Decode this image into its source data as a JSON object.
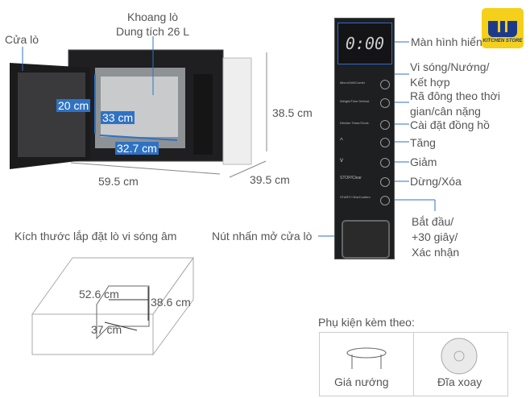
{
  "top_labels": {
    "oven_cavity": "Khoang lò",
    "capacity": "Dung tích 26 L",
    "door": "Cửa lò",
    "height_inner": "20 cm",
    "depth_inner": "33 cm",
    "width_inner": "32.7 cm",
    "height_outer": "38.5 cm",
    "width_outer": "59.5 cm",
    "depth_outer": "39.5 cm"
  },
  "panel": {
    "display": "0:00",
    "buttons": [
      {
        "key": "Micro/Grill/Combi",
        "label": "Vi sóng/Nướng/ Kết hợp"
      },
      {
        "key": "Weight/Time Defrost",
        "label": "Rã đông theo thời gian/cân nặng"
      },
      {
        "key": "Kitchen Timer/Clock",
        "label": "Cài đặt đồng hồ"
      },
      {
        "key": "^",
        "label": "Tăng"
      },
      {
        "key": "v",
        "label": "Giảm"
      },
      {
        "key": "STOP/Clear",
        "label": "Dừng/Xóa"
      },
      {
        "key": "START/+30s/Confirm",
        "label": "Bắt đầu/ +30 giây/ Xác nhận"
      }
    ],
    "display_label": "Màn hình hiển",
    "door_button_label": "Nút nhấn mở cửa lò"
  },
  "logo": "KITCHEN STORE",
  "install": {
    "title": "Kích thước lắp đặt lò vi sóng âm",
    "width": "52.6 cm",
    "height": "38.6 cm",
    "depth": "37 cm"
  },
  "accessories": {
    "title": "Phụ kiện kèm theo:",
    "items": [
      "Giá nướng",
      "Đĩa xoay"
    ]
  },
  "colors": {
    "accent": "#2f72c4",
    "logo_bg": "#f4d01a"
  }
}
